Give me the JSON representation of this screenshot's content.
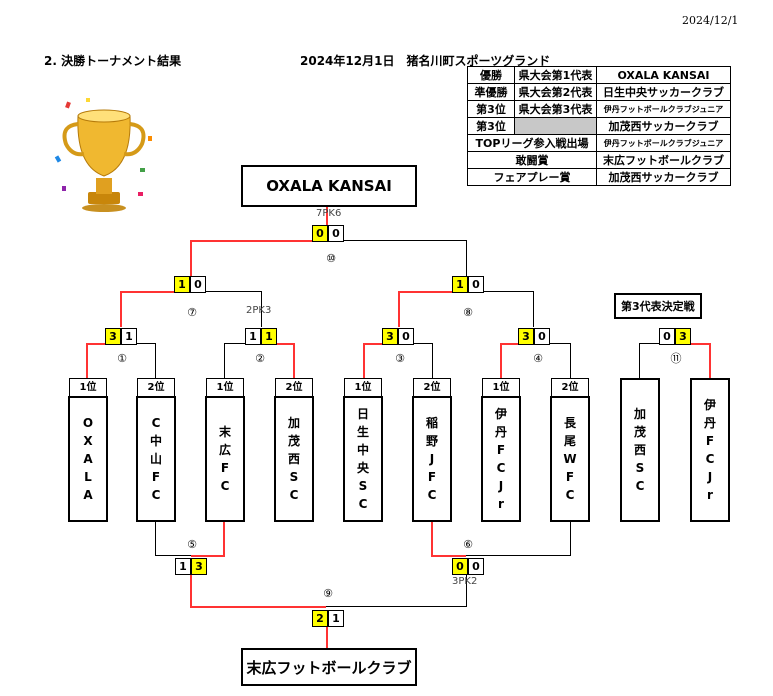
{
  "date": "2024/12/1",
  "heading": "2.  決勝トーナメント結果",
  "event": "2024年12月1日　猪名川町スポーツグランド",
  "results": [
    {
      "award": "優勝",
      "category": "県大会第1代表",
      "team": "OXALA KANSAI"
    },
    {
      "award": "準優勝",
      "category": "県大会第2代表",
      "team": "日生中央サッカークラブ"
    },
    {
      "award": "第3位",
      "category": "県大会第3代表",
      "team": "伊丹フットボールクラブジュニア"
    },
    {
      "award": "第3位",
      "category": "",
      "team": "加茂西サッカークラブ"
    },
    {
      "award": "TOPリーグ参入戦出場",
      "team": "伊丹フットボールクラブジュニア"
    },
    {
      "award": "敢闘賞",
      "team": "末広フットボールクラブ"
    },
    {
      "award": "フェアプレー賞",
      "team": "加茂西サッカークラブ"
    }
  ],
  "final": {
    "champion": "OXALA KANSAI",
    "pk": "7PK6",
    "score_a": "0",
    "score_b": "0",
    "match": "⑩"
  },
  "third_final": {
    "champion": "末広フットボールクラブ",
    "score_a": "2",
    "score_b": "1",
    "match": "⑨"
  },
  "third_title": "第3代表決定戦",
  "matches": {
    "m1": {
      "a": "3",
      "b": "1",
      "label": "①"
    },
    "m2": {
      "a": "1",
      "b": "1",
      "label": "②",
      "pk": "2PK3"
    },
    "m3": {
      "a": "3",
      "b": "0",
      "label": "③"
    },
    "m4": {
      "a": "3",
      "b": "0",
      "label": "④"
    },
    "m5": {
      "a": "1",
      "b": "3",
      "label": "⑤"
    },
    "m6": {
      "a": "0",
      "b": "0",
      "label": "⑥",
      "pk": "3PK2"
    },
    "m7": {
      "a": "1",
      "b": "0",
      "label": "⑦"
    },
    "m8": {
      "a": "1",
      "b": "0",
      "label": "⑧"
    },
    "m11": {
      "a": "0",
      "b": "3",
      "label": "⑪"
    }
  },
  "teams": [
    {
      "rank": "1位",
      "name": "OXALA"
    },
    {
      "rank": "2位",
      "name": "C中山FC"
    },
    {
      "rank": "1位",
      "name": "末広FC"
    },
    {
      "rank": "2位",
      "name": "加茂西SC"
    },
    {
      "rank": "1位",
      "name": "日生中央SC"
    },
    {
      "rank": "2位",
      "name": "稲野JFC"
    },
    {
      "rank": "1位",
      "name": "伊丹FCJr"
    },
    {
      "rank": "2位",
      "name": "長尾WFC"
    },
    {
      "rank": "",
      "name": "加茂西SC"
    },
    {
      "rank": "",
      "name": "伊丹FCJr"
    }
  ]
}
